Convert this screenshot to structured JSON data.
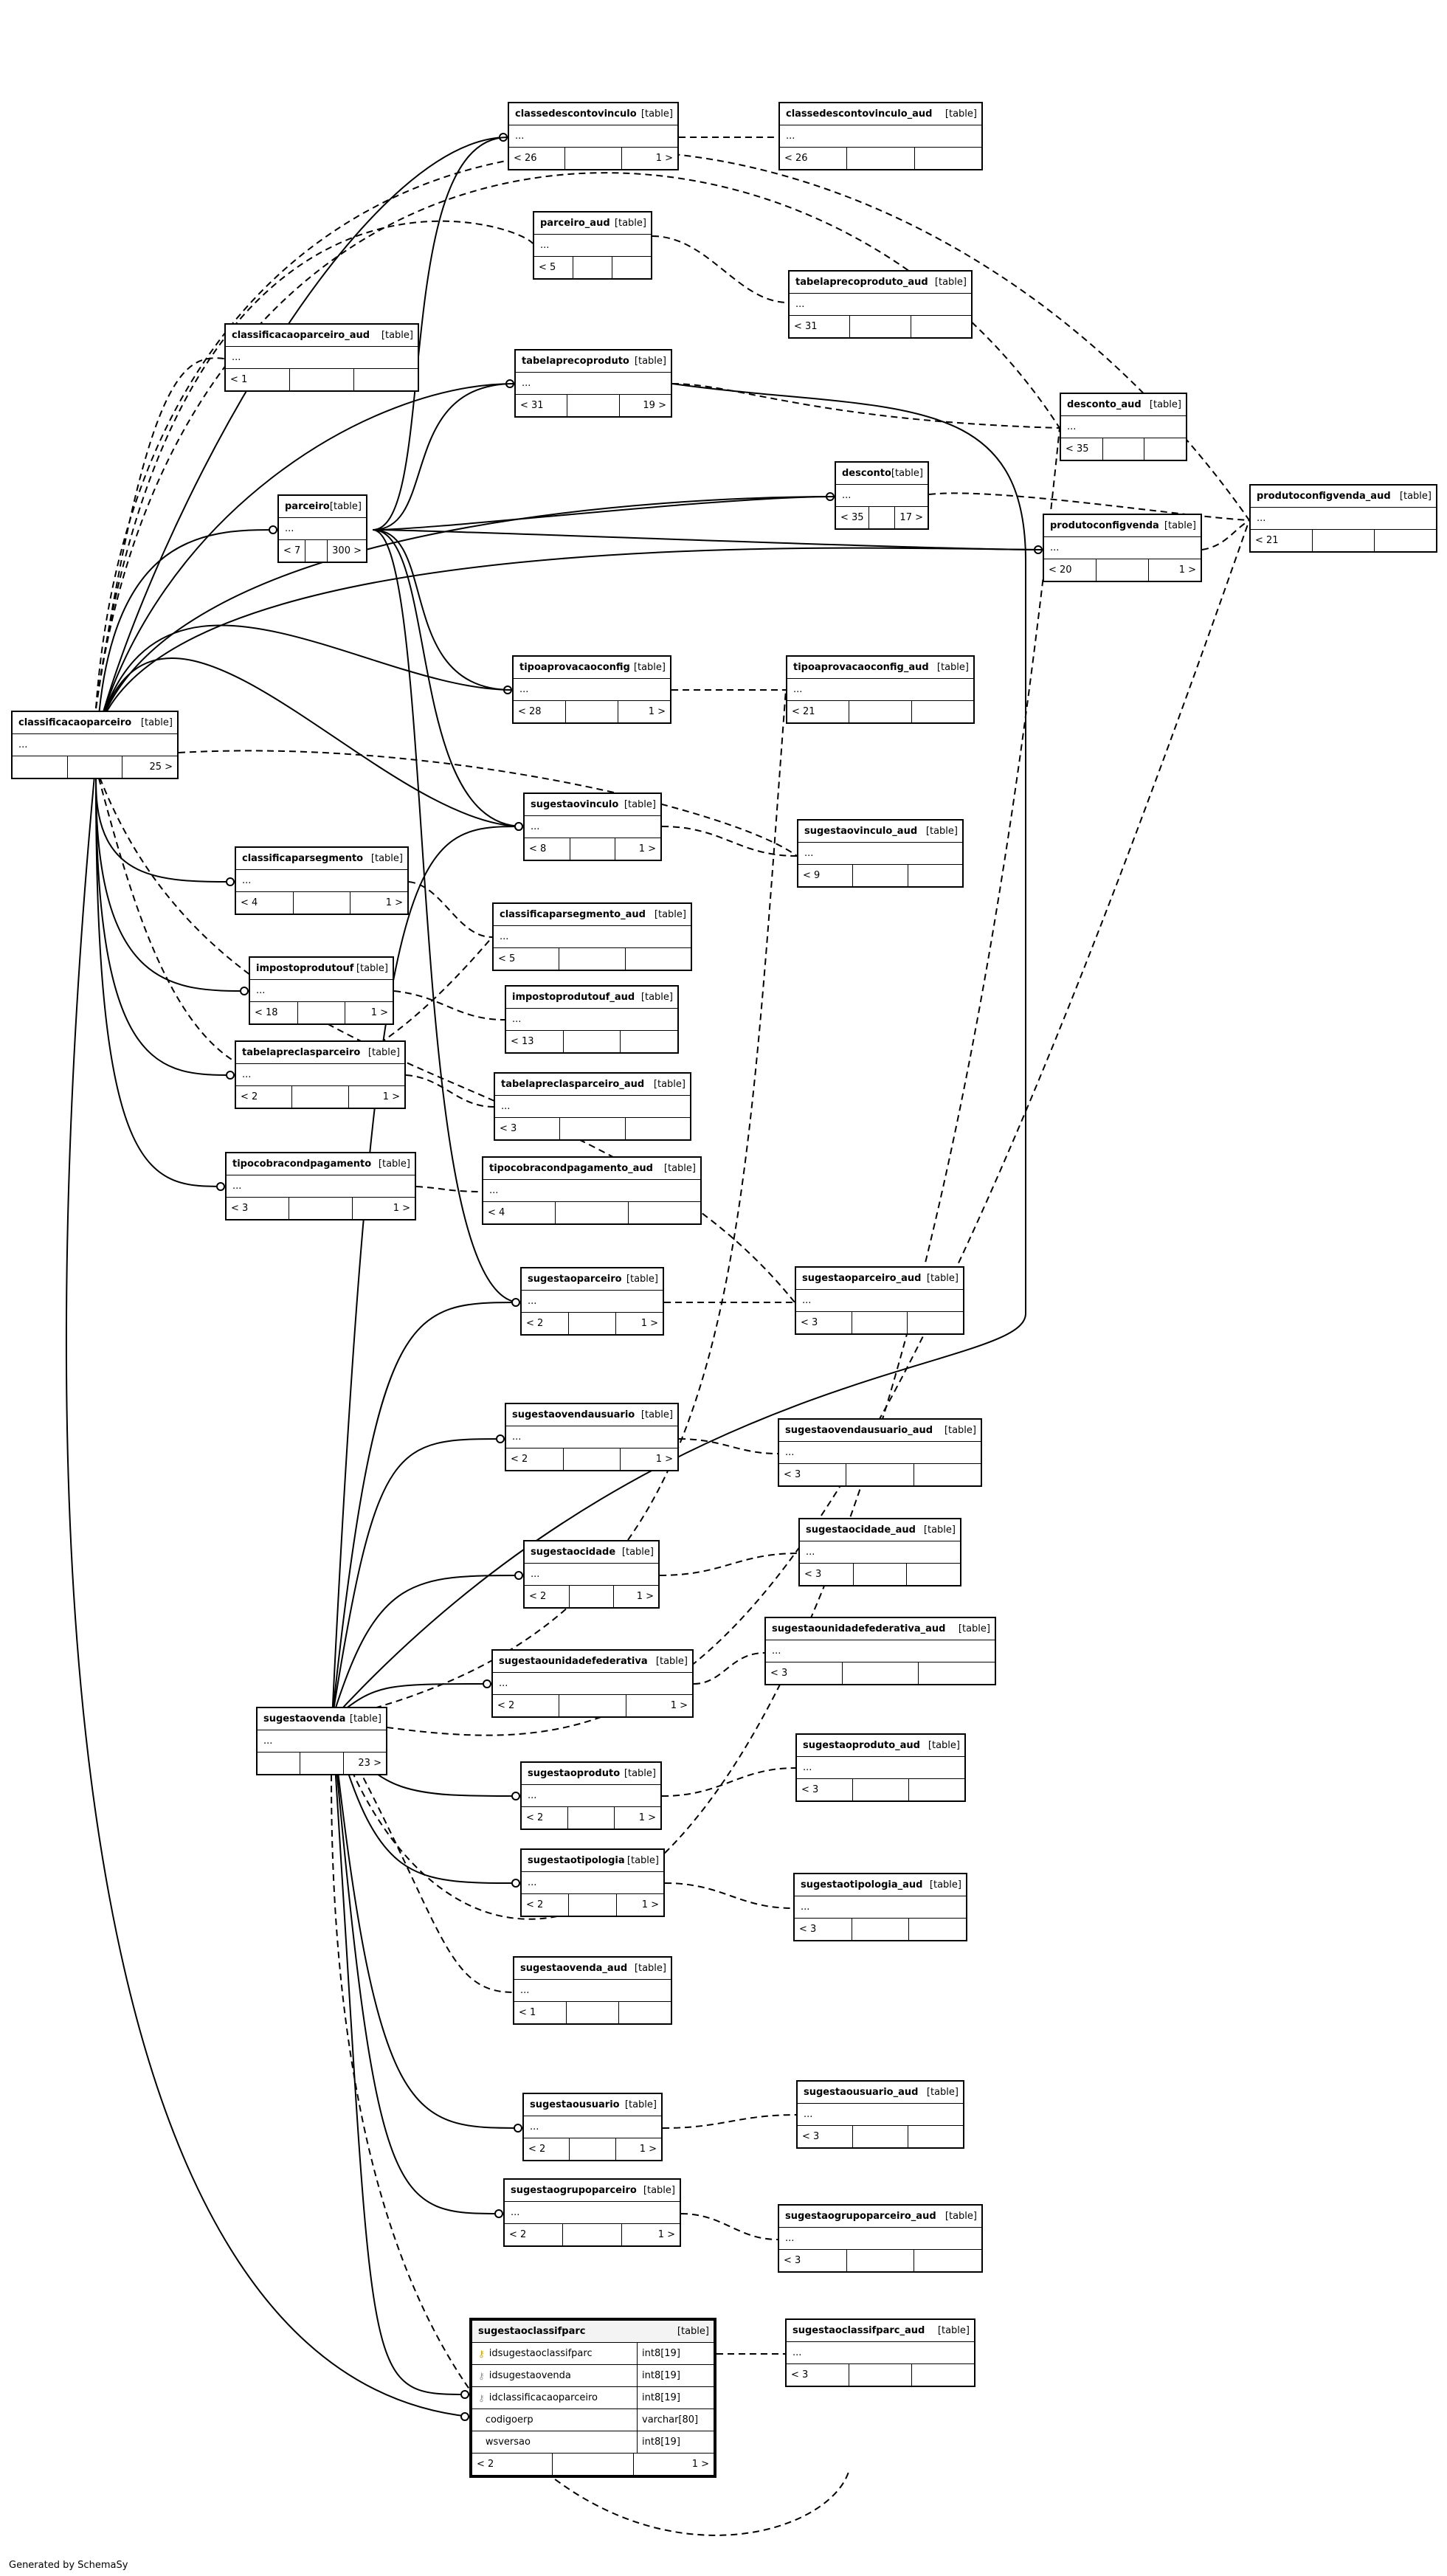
{
  "generated_by": "Generated by SchemaSy",
  "table_tag": "[table]",
  "dots": "...",
  "tables": [
    {
      "id": "classedescontovinculo",
      "name": "classedescontovinculo",
      "left": "< 26",
      "right": "1 >"
    },
    {
      "id": "classedescontovinculo_aud",
      "name": "classedescontovinculo_aud",
      "left": "< 26",
      "right": ""
    },
    {
      "id": "parceiro_aud",
      "name": "parceiro_aud",
      "left": "< 5",
      "right": ""
    },
    {
      "id": "tabelaprecoproduto_aud",
      "name": "tabelaprecoproduto_aud",
      "left": "< 31",
      "right": ""
    },
    {
      "id": "classificacaoparceiro_aud",
      "name": "classificacaoparceiro_aud",
      "left": "< 1",
      "right": ""
    },
    {
      "id": "tabelaprecoproduto",
      "name": "tabelaprecoproduto",
      "left": "< 31",
      "right": "19 >"
    },
    {
      "id": "desconto_aud",
      "name": "desconto_aud",
      "left": "< 35",
      "right": ""
    },
    {
      "id": "desconto",
      "name": "desconto",
      "left": "< 35",
      "right": "17 >"
    },
    {
      "id": "produtoconfigvenda_aud",
      "name": "produtoconfigvenda_aud",
      "left": "< 21",
      "right": ""
    },
    {
      "id": "parceiro",
      "name": "parceiro",
      "left": "< 7",
      "right": "300 >"
    },
    {
      "id": "produtoconfigvenda",
      "name": "produtoconfigvenda",
      "left": "< 20",
      "right": "1 >"
    },
    {
      "id": "tipoaprovacaoconfig",
      "name": "tipoaprovacaoconfig",
      "left": "< 28",
      "right": "1 >"
    },
    {
      "id": "tipoaprovacaoconfig_aud",
      "name": "tipoaprovacaoconfig_aud",
      "left": "< 21",
      "right": ""
    },
    {
      "id": "classificacaoparceiro",
      "name": "classificacaoparceiro",
      "left": "",
      "right": "25 >"
    },
    {
      "id": "sugestaovinculo",
      "name": "sugestaovinculo",
      "left": "< 8",
      "right": "1 >"
    },
    {
      "id": "sugestaovinculo_aud",
      "name": "sugestaovinculo_aud",
      "left": "< 9",
      "right": ""
    },
    {
      "id": "classificaparsegmento",
      "name": "classificaparsegmento",
      "left": "< 4",
      "right": "1 >"
    },
    {
      "id": "classificaparsegmento_aud",
      "name": "classificaparsegmento_aud",
      "left": "< 5",
      "right": ""
    },
    {
      "id": "impostoprodutouf",
      "name": "impostoprodutouf",
      "left": "< 18",
      "right": "1 >"
    },
    {
      "id": "impostoprodutouf_aud",
      "name": "impostoprodutouf_aud",
      "left": "< 13",
      "right": ""
    },
    {
      "id": "tabelapreclasparceiro",
      "name": "tabelapreclasparceiro",
      "left": "< 2",
      "right": "1 >"
    },
    {
      "id": "tabelapreclasparceiro_aud",
      "name": "tabelapreclasparceiro_aud",
      "left": "< 3",
      "right": ""
    },
    {
      "id": "tipocobracondpagamento",
      "name": "tipocobracondpagamento",
      "left": "< 3",
      "right": "1 >"
    },
    {
      "id": "tipocobracondpagamento_aud",
      "name": "tipocobracondpagamento_aud",
      "left": "< 4",
      "right": ""
    },
    {
      "id": "sugestaoparceiro",
      "name": "sugestaoparceiro",
      "left": "< 2",
      "right": "1 >"
    },
    {
      "id": "sugestaoparceiro_aud",
      "name": "sugestaoparceiro_aud",
      "left": "< 3",
      "right": ""
    },
    {
      "id": "sugestaovendausuario",
      "name": "sugestaovendausuario",
      "left": "< 2",
      "right": "1 >"
    },
    {
      "id": "sugestaovendausuario_aud",
      "name": "sugestaovendausuario_aud",
      "left": "< 3",
      "right": ""
    },
    {
      "id": "sugestaocidade",
      "name": "sugestaocidade",
      "left": "< 2",
      "right": "1 >"
    },
    {
      "id": "sugestaocidade_aud",
      "name": "sugestaocidade_aud",
      "left": "< 3",
      "right": ""
    },
    {
      "id": "sugestaounidadefederativa",
      "name": "sugestaounidadefederativa",
      "left": "< 2",
      "right": "1 >"
    },
    {
      "id": "sugestaounidadefederativa_aud",
      "name": "sugestaounidadefederativa_aud",
      "left": "< 3",
      "right": ""
    },
    {
      "id": "sugestaovenda",
      "name": "sugestaovenda",
      "left": "",
      "right": "23 >"
    },
    {
      "id": "sugestaoproduto",
      "name": "sugestaoproduto",
      "left": "< 2",
      "right": "1 >"
    },
    {
      "id": "sugestaoproduto_aud",
      "name": "sugestaoproduto_aud",
      "left": "< 3",
      "right": ""
    },
    {
      "id": "sugestaotipologia",
      "name": "sugestaotipologia",
      "left": "< 2",
      "right": "1 >"
    },
    {
      "id": "sugestaotipologia_aud",
      "name": "sugestaotipologia_aud",
      "left": "< 3",
      "right": ""
    },
    {
      "id": "sugestaovenda_aud",
      "name": "sugestaovenda_aud",
      "left": "< 1",
      "right": ""
    },
    {
      "id": "sugestaousuario",
      "name": "sugestaousuario",
      "left": "< 2",
      "right": "1 >"
    },
    {
      "id": "sugestaousuario_aud",
      "name": "sugestaousuario_aud",
      "left": "< 3",
      "right": ""
    },
    {
      "id": "sugestaogrupoparceiro",
      "name": "sugestaogrupoparceiro",
      "left": "< 2",
      "right": "1 >"
    },
    {
      "id": "sugestaogrupoparceiro_aud",
      "name": "sugestaogrupoparceiro_aud",
      "left": "< 3",
      "right": ""
    },
    {
      "id": "sugestaoclassifparc_aud",
      "name": "sugestaoclassifparc_aud",
      "left": "< 3",
      "right": ""
    }
  ],
  "focus_table": {
    "name": "sugestaoclassifparc",
    "columns": [
      {
        "name": "idsugestaoclassifparc",
        "type": "int8[19]",
        "key": "pk"
      },
      {
        "name": "idsugestaovenda",
        "type": "int8[19]",
        "key": "fk"
      },
      {
        "name": "idclassificacaoparceiro",
        "type": "int8[19]",
        "key": "fk"
      },
      {
        "name": "codigoerp",
        "type": "varchar[80]",
        "key": ""
      },
      {
        "name": "wsversao",
        "type": "int8[19]",
        "key": ""
      }
    ],
    "left": "< 2",
    "right": "1 >"
  }
}
